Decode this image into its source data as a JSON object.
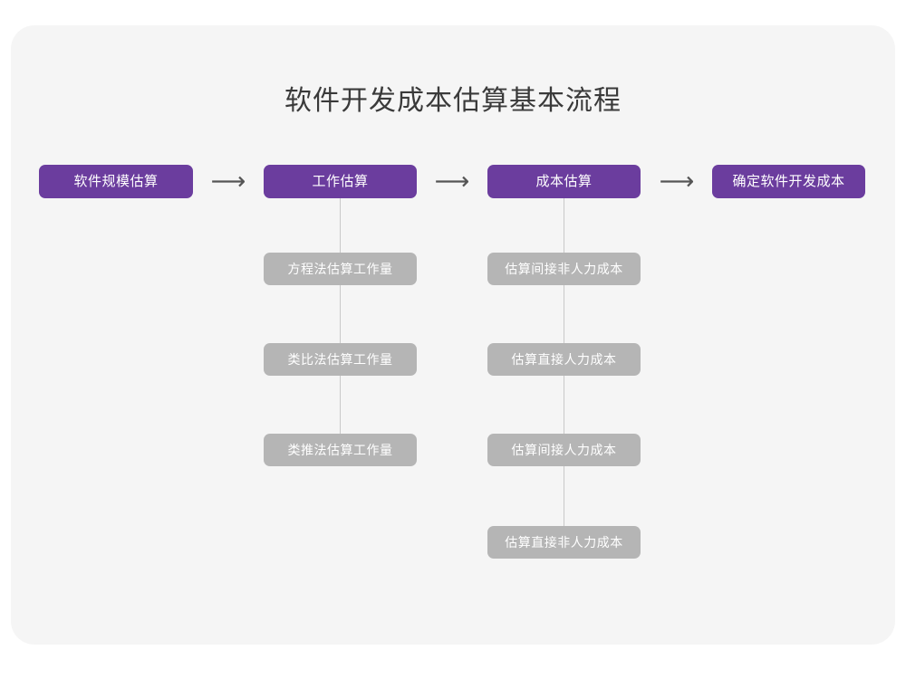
{
  "diagram": {
    "title": "软件开发成本估算基本流程",
    "type": "flowchart",
    "colors": {
      "page_background": "#ffffff",
      "card_background": "#f5f5f5",
      "stage_node": "#6b3d9e",
      "sub_node": "#b5b5b5",
      "node_text": "#ffffff",
      "title_text": "#3a3a3a",
      "connector": "#c9c9c9",
      "arrow": "#555555"
    },
    "arrow_glyph": "⟶",
    "arrows": [
      {
        "name": "arrow-stage1-to-stage2"
      },
      {
        "name": "arrow-stage2-to-stage3"
      },
      {
        "name": "arrow-stage3-to-stage4"
      }
    ],
    "stages": [
      {
        "id": "stage-1",
        "label": "软件规模估算",
        "substeps": []
      },
      {
        "id": "stage-2",
        "label": "工作估算",
        "substeps": [
          "方程法估算工作量",
          "类比法估算工作量",
          "类推法估算工作量"
        ]
      },
      {
        "id": "stage-3",
        "label": "成本估算",
        "substeps": [
          "估算间接非人力成本",
          "估算直接人力成本",
          "估算间接人力成本",
          "估算直接非人力成本"
        ]
      },
      {
        "id": "stage-4",
        "label": "确定软件开发成本",
        "substeps": []
      }
    ]
  }
}
